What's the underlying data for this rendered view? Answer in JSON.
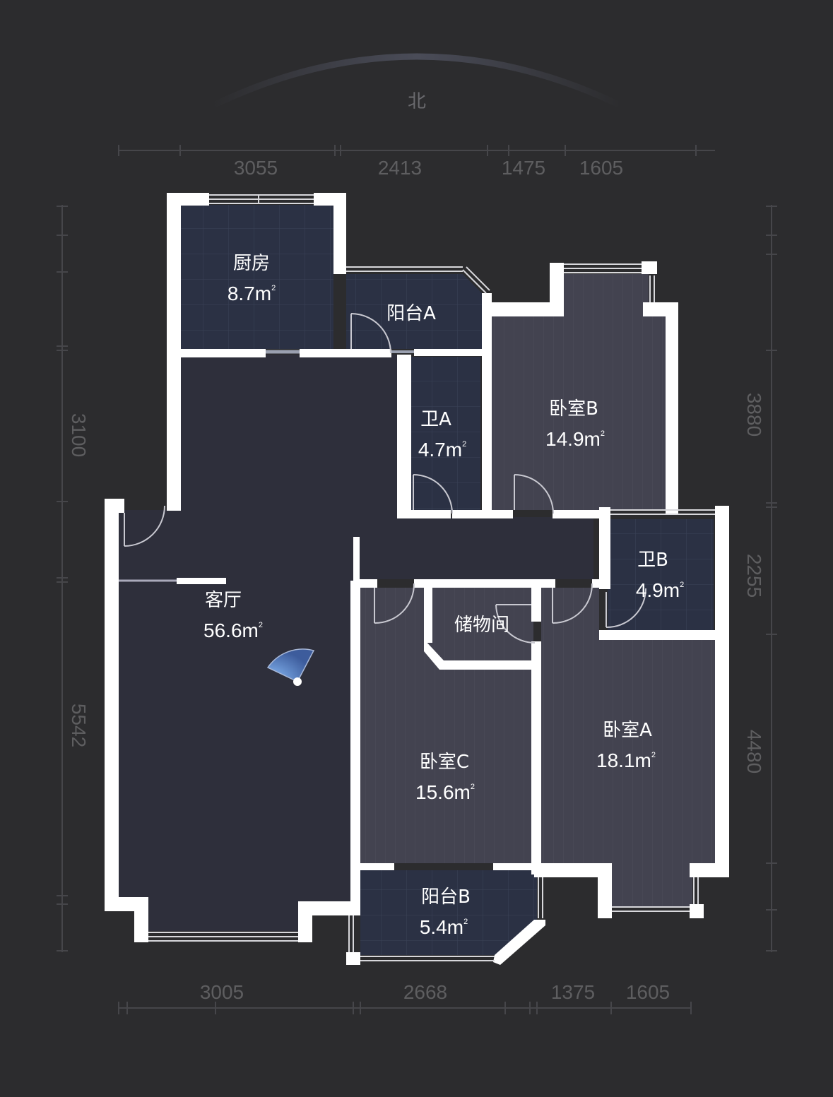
{
  "compass": {
    "label": "北"
  },
  "dimensions": {
    "top": [
      "3055",
      "2413",
      "1475",
      "1605"
    ],
    "bottom": [
      "3005",
      "2668",
      "1375",
      "1605"
    ],
    "left": [
      "3100",
      "5542"
    ],
    "right": [
      "3880",
      "2255",
      "4480"
    ]
  },
  "rooms": [
    {
      "id": "kitchen",
      "name": "厨房",
      "area": "8.7m",
      "floor": "tile"
    },
    {
      "id": "balcony-a",
      "name": "阳台A",
      "area": "",
      "floor": "tile"
    },
    {
      "id": "bath-a",
      "name": "卫A",
      "area": "4.7m",
      "floor": "tile"
    },
    {
      "id": "bedroom-b",
      "name": "卧室B",
      "area": "14.9m",
      "floor": "wood"
    },
    {
      "id": "living",
      "name": "客厅",
      "area": "56.6m",
      "floor": "plain"
    },
    {
      "id": "bath-b",
      "name": "卫B",
      "area": "4.9m",
      "floor": "tile"
    },
    {
      "id": "storage",
      "name": "储物间",
      "area": "",
      "floor": "wood"
    },
    {
      "id": "bedroom-c",
      "name": "卧室C",
      "area": "15.6m",
      "floor": "wood"
    },
    {
      "id": "bedroom-a",
      "name": "卧室A",
      "area": "18.1m",
      "floor": "wood"
    },
    {
      "id": "balcony-b",
      "name": "阳台B",
      "area": "5.4m",
      "floor": "tile"
    }
  ],
  "area_unit_sup": "2",
  "colors": {
    "background": "#2c2c2e",
    "wall": "#ffffff",
    "tile_floor": "#2b3144",
    "wood_floor": "#434350",
    "plain_floor": "#2e2f3b",
    "dim_text": "#5e5e60",
    "viewpoint": "#6f9fe6"
  }
}
